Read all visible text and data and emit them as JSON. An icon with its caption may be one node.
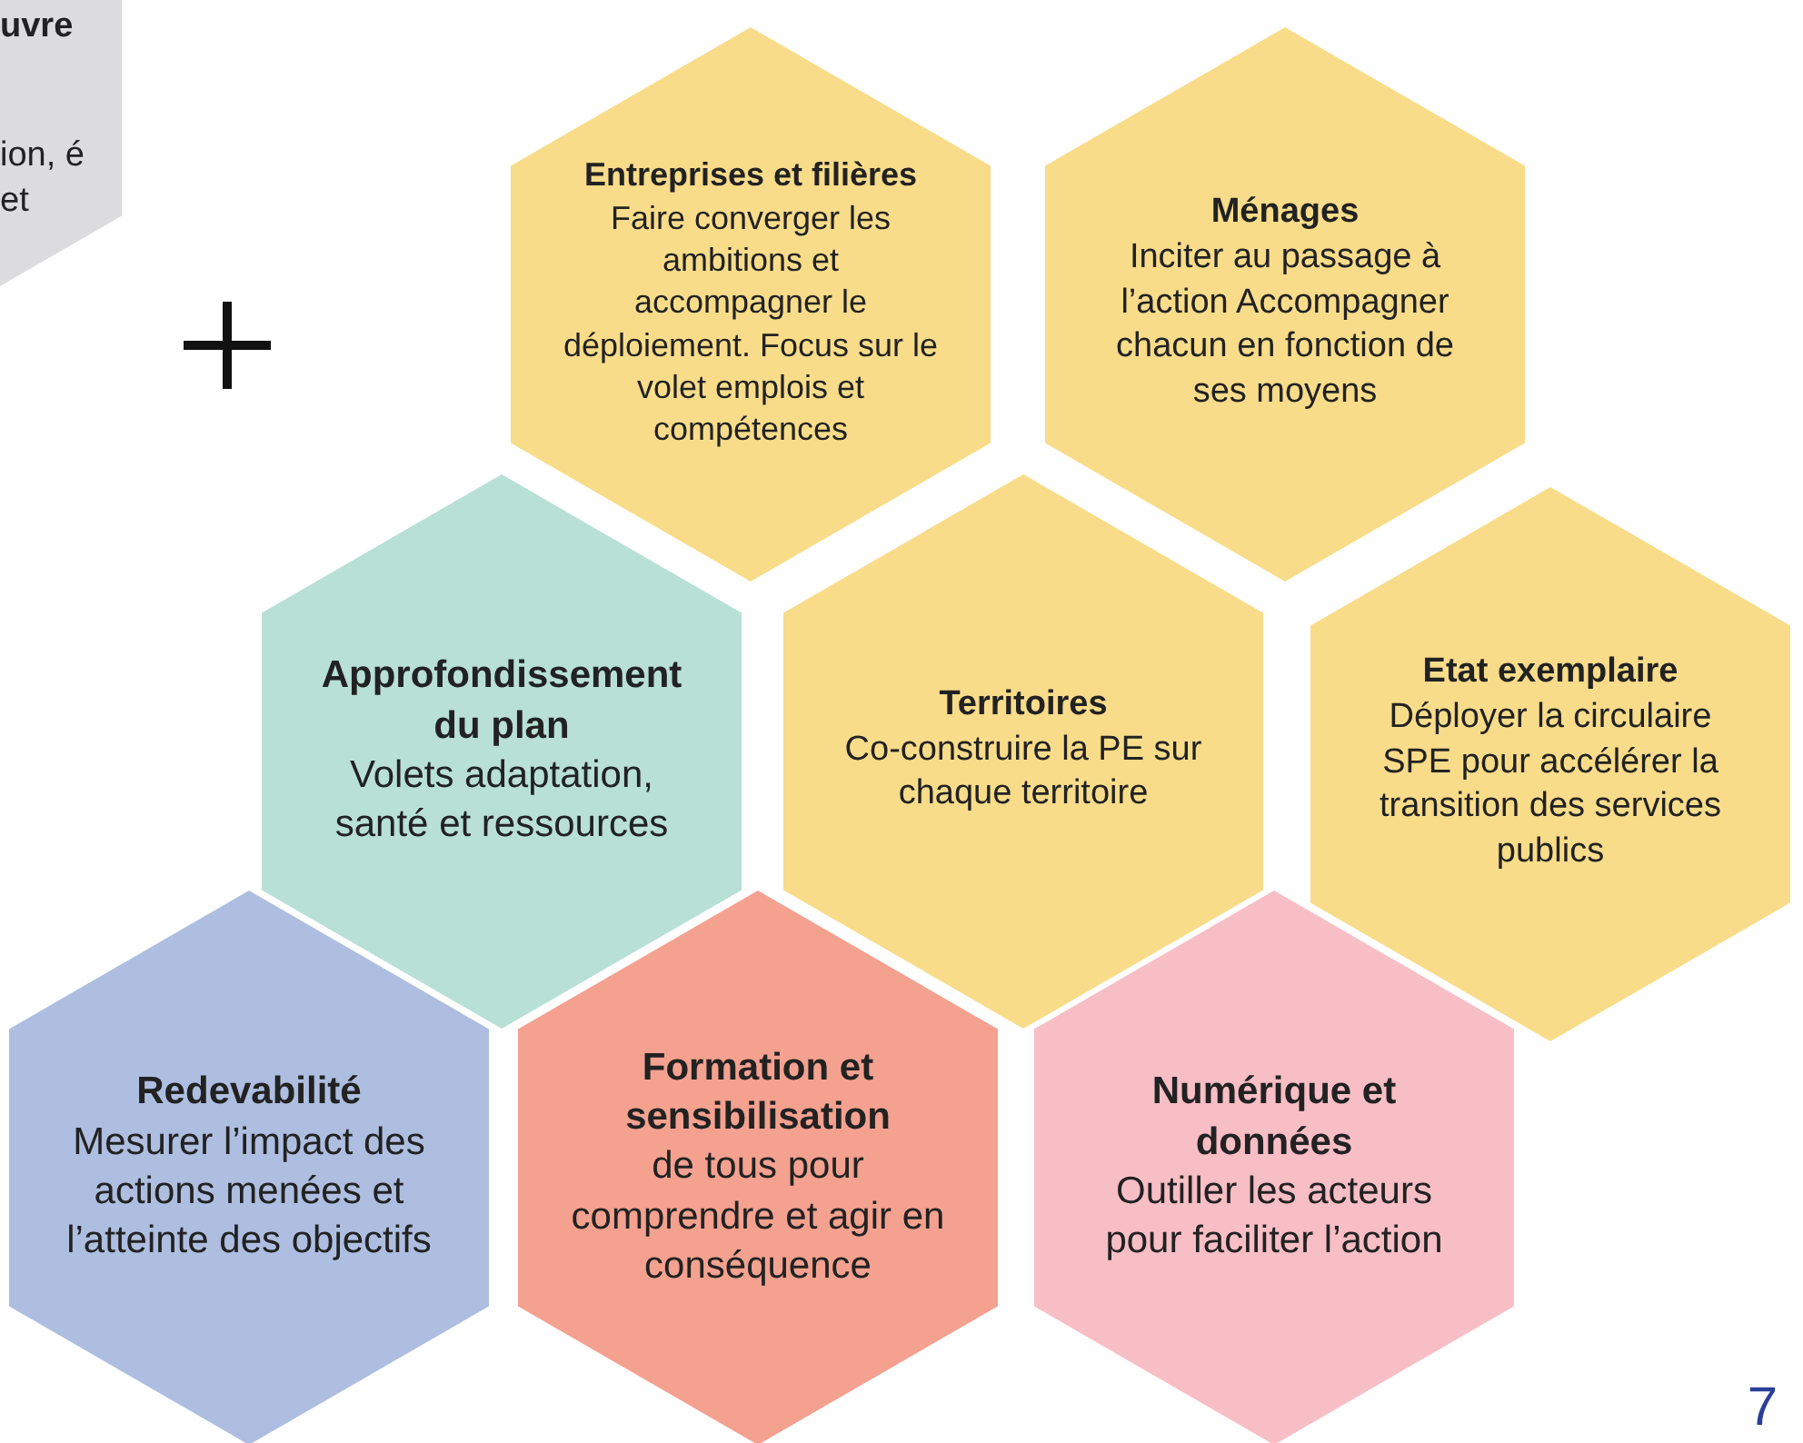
{
  "diagram": {
    "nodes": [
      {
        "text": [
          "uvre",
          "ion, é et"
        ]
      },
      {
        "text": [
          "Entreprises et filières",
          "Faire converger les ambitions et accompagner le déploiement. Focus sur le volet emplois et compétences"
        ]
      },
      {
        "text": [
          "Ménages",
          "Inciter au passage à l’action Accompagner chacun en fonction de ses moyens"
        ]
      },
      {
        "text": [
          "Approfondissement du plan",
          "Volets adaptation, santé et ressources"
        ]
      },
      {
        "text": [
          "Territoires",
          "Co-construire la PE sur chaque territoire"
        ]
      },
      {
        "text": [
          "Etat exemplaire",
          "Déployer la circulaire SPE pour accélérer la transition des services publics"
        ]
      },
      {
        "text": [
          "Redevabilité",
          "Mesurer l’impact des actions menées et l’atteinte des objectifs"
        ]
      },
      {
        "text": [
          "Formation et sensibilisation",
          "de tous pour comprendre et agir en conséquence"
        ]
      },
      {
        "text": [
          "Numérique et données",
          "Outiller les acteurs pour faciliter l’action"
        ]
      }
    ],
    "labels": [
      "7"
    ]
  }
}
